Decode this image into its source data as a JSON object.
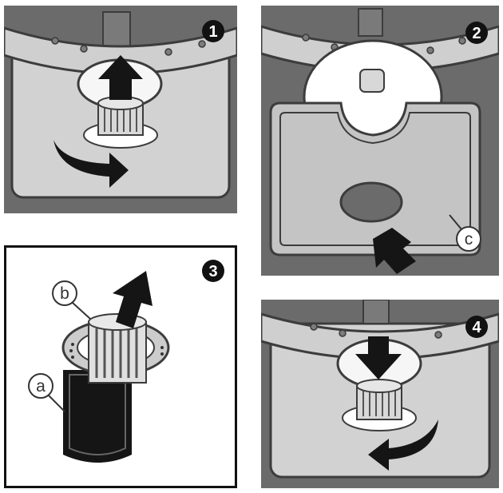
{
  "panels": [
    {
      "number": "1"
    },
    {
      "number": "2",
      "callout": "c"
    },
    {
      "number": "3",
      "callouts": [
        "b",
        "a"
      ]
    },
    {
      "number": "4"
    }
  ],
  "colors": {
    "dark_bg": "#6b6b6b",
    "tub": "#d2d2d2",
    "plate": "#c4c4c4",
    "outline": "#3c3c3c",
    "arrow": "#151515",
    "badge": "#111111"
  }
}
